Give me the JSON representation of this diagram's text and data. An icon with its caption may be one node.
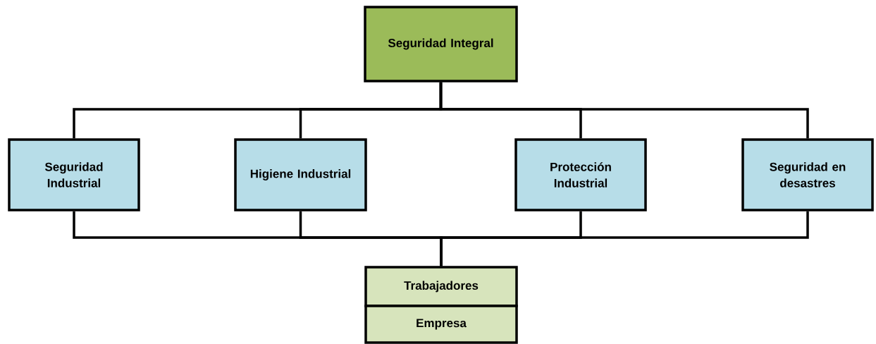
{
  "diagram": {
    "nodes": [
      {
        "text": [
          "Seguridad Integral"
        ]
      },
      {
        "text": [
          "Seguridad Industrial"
        ]
      },
      {
        "text": [
          "Higiene Industrial"
        ]
      },
      {
        "text": [
          "Protección Industrial"
        ]
      },
      {
        "text": [
          "Seguridad en desastres"
        ]
      },
      {
        "text": [
          "Trabajadores"
        ]
      },
      {
        "text": [
          "Empresa"
        ]
      }
    ],
    "edges": [
      {
        "from": 0,
        "to": 1,
        "arrow": "none"
      },
      {
        "from": 0,
        "to": 2,
        "arrow": "none"
      },
      {
        "from": 0,
        "to": 3,
        "arrow": "none"
      },
      {
        "from": 0,
        "to": 4,
        "arrow": "none"
      },
      {
        "from": 1,
        "to": 5,
        "arrow": "none"
      },
      {
        "from": 2,
        "to": 5,
        "arrow": "none"
      },
      {
        "from": 3,
        "to": 5,
        "arrow": "none"
      },
      {
        "from": 4,
        "to": 5,
        "arrow": "none"
      }
    ]
  }
}
